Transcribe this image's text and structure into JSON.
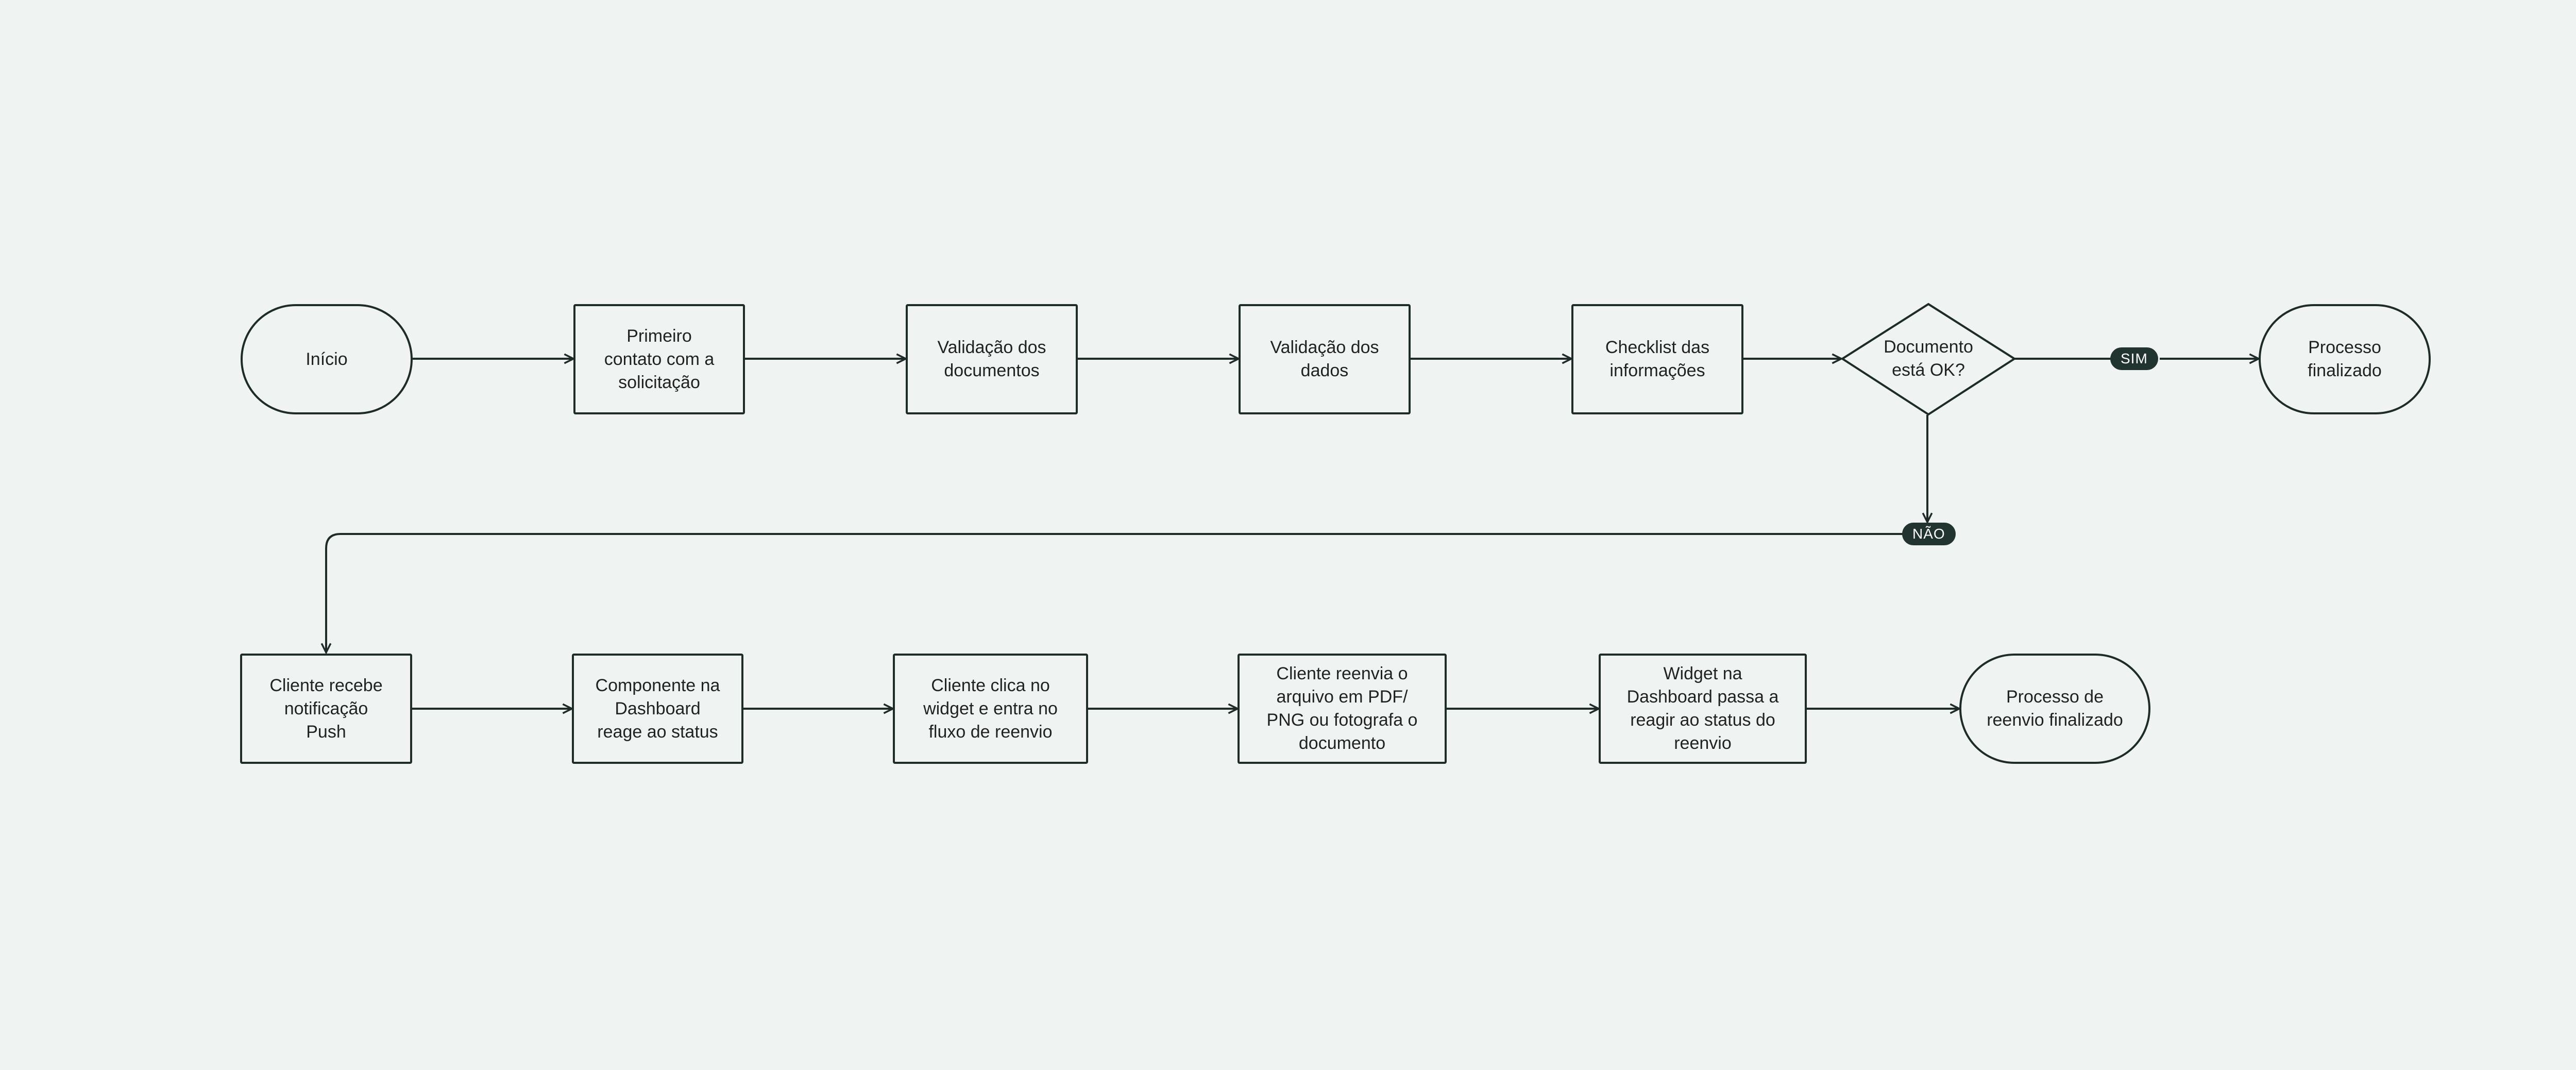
{
  "diagram": {
    "row1": [
      {
        "id": "inicio",
        "label": "Início"
      },
      {
        "id": "primeiro-contato",
        "label": "Primeiro\ncontato com a\nsolicitação"
      },
      {
        "id": "validacao-documentos",
        "label": "Validação dos\ndocumentos"
      },
      {
        "id": "validacao-dados",
        "label": "Validação dos\ndados"
      },
      {
        "id": "checklist",
        "label": "Checklist das\ninformações"
      },
      {
        "id": "decisao",
        "label": "Documento\nestá OK?"
      },
      {
        "id": "processo-finalizado",
        "label": "Processo\nfinalizado"
      }
    ],
    "row2": [
      {
        "id": "cliente-recebe",
        "label": "Cliente recebe\nnotificação\nPush"
      },
      {
        "id": "componente",
        "label": "Componente na\nDashboard\nreage ao status"
      },
      {
        "id": "cliente-clica",
        "label": "Cliente clica no\nwidget e entra no\nfluxo de reenvio"
      },
      {
        "id": "cliente-reenvia",
        "label": "Cliente reenvia o\narquivo em PDF/\nPNG ou fotografa o\ndocumento"
      },
      {
        "id": "widget",
        "label": "Widget na\nDashboard passa a\nreagir ao status do\nreenvio"
      },
      {
        "id": "reenvio-finalizado",
        "label": "Processo de\nreenvio finalizado"
      }
    ],
    "branches": {
      "yes": "SIM",
      "no": "NÃO"
    }
  },
  "colors": {
    "background": "#eff4f2",
    "stroke": "#1f2b28",
    "tag_background": "#213430",
    "tag_text": "#ffffff"
  }
}
